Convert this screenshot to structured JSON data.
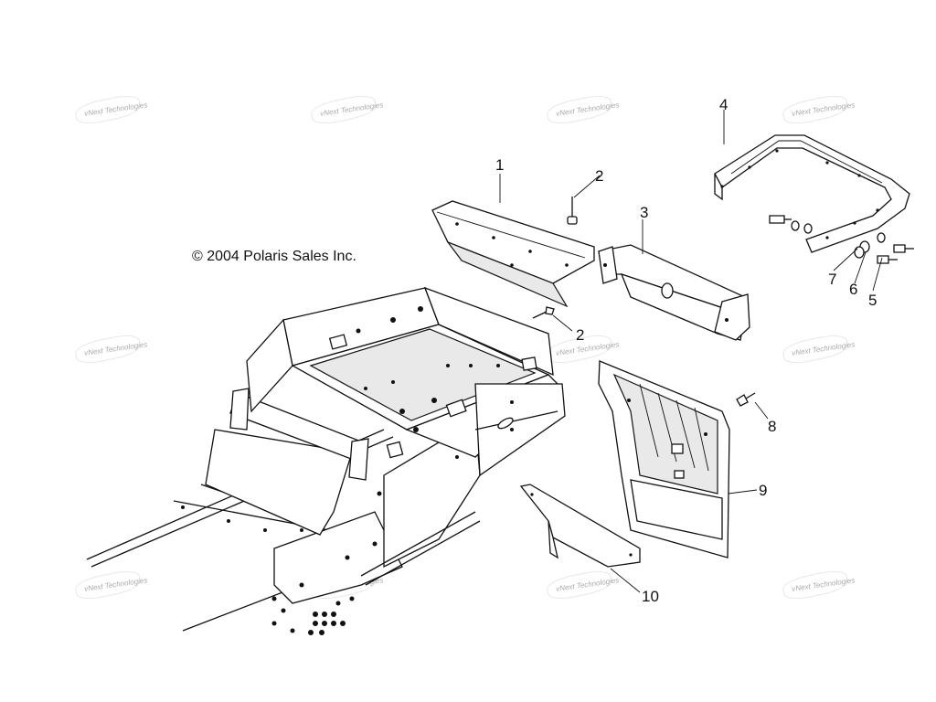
{
  "copyright": "© 2004 Polaris Sales Inc.",
  "watermark": "vNext Technologies",
  "callouts": [
    {
      "id": "1",
      "label": "1"
    },
    {
      "id": "2a",
      "label": "2"
    },
    {
      "id": "2b",
      "label": "2"
    },
    {
      "id": "3",
      "label": "3"
    },
    {
      "id": "4",
      "label": "4"
    },
    {
      "id": "5",
      "label": "5"
    },
    {
      "id": "6",
      "label": "6"
    },
    {
      "id": "7",
      "label": "7"
    },
    {
      "id": "8",
      "label": "8"
    },
    {
      "id": "9",
      "label": "9"
    },
    {
      "id": "10",
      "label": "10"
    }
  ]
}
